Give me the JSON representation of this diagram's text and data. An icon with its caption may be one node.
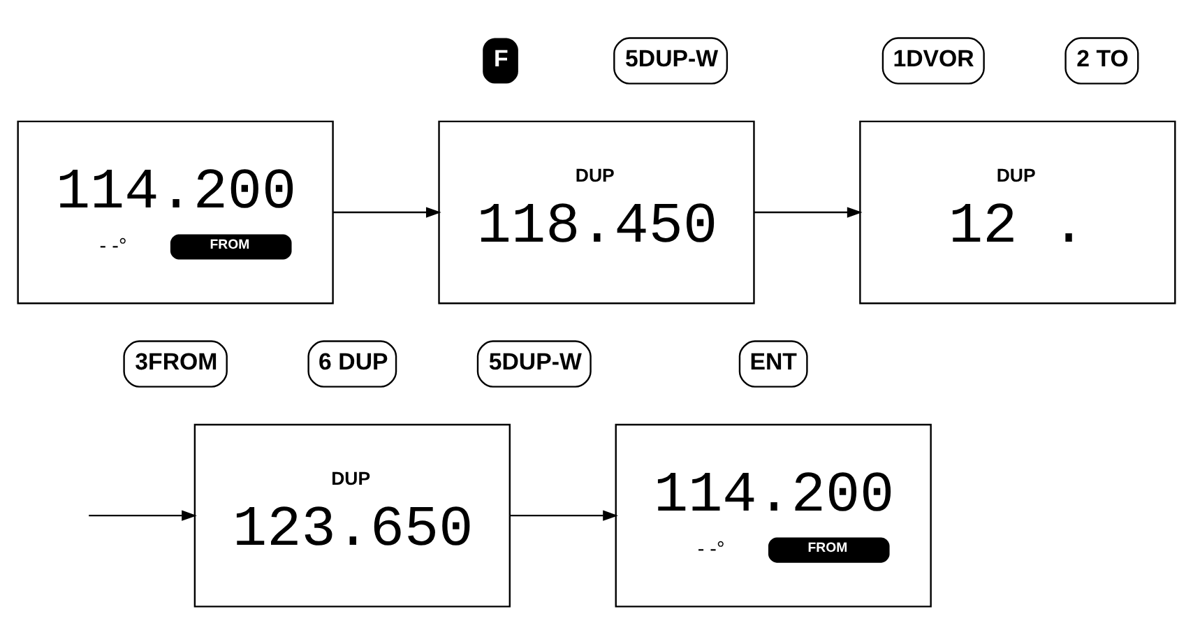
{
  "diagram": {
    "nodes": [
      {
        "text": [
          "114.200",
          "- -°",
          "FROM"
        ]
      },
      {
        "text": [
          "DUP",
          "118.450"
        ]
      },
      {
        "text": [
          "DUP",
          "12 ."
        ]
      },
      {
        "text": [
          "DUP",
          "123.650"
        ]
      },
      {
        "text": [
          "114.200",
          "- -°",
          "FROM"
        ]
      }
    ],
    "edges": [
      {
        "from": 0,
        "to": 1,
        "arrow": "to"
      },
      {
        "from": 1,
        "to": 2,
        "arrow": "to"
      },
      {
        "from": null,
        "to": 3,
        "arrow": "to"
      },
      {
        "from": 3,
        "to": 4,
        "arrow": "to"
      }
    ],
    "labels": [
      "F",
      "5DUP-W",
      "1DVOR",
      "2 TO",
      "3FROM",
      "6 DUP",
      "5DUP-W",
      "ENT"
    ]
  }
}
